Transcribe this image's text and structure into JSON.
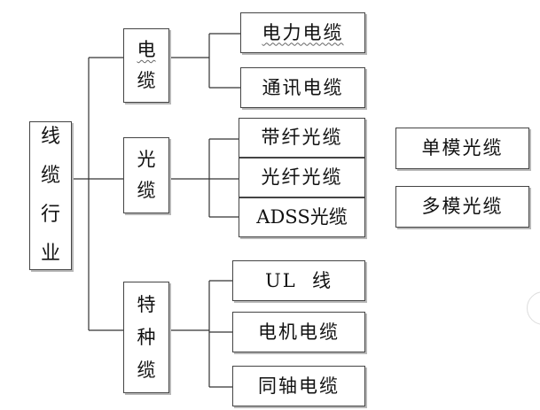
{
  "root": {
    "chars": [
      "线",
      "缆",
      "行",
      "业"
    ]
  },
  "groups": [
    {
      "chars": [
        "电",
        "缆"
      ],
      "items": [
        "电力电缆",
        "通讯电缆"
      ]
    },
    {
      "chars": [
        "光",
        "缆"
      ],
      "items": [
        "带纤光缆",
        "光纤光缆",
        "ADSS光缆"
      ]
    },
    {
      "chars": [
        "特",
        "种",
        "缆"
      ],
      "items": [
        "UL  线",
        "电机电缆",
        "同轴电缆"
      ]
    }
  ],
  "side_items": [
    "单模光缆",
    "多模光缆"
  ]
}
